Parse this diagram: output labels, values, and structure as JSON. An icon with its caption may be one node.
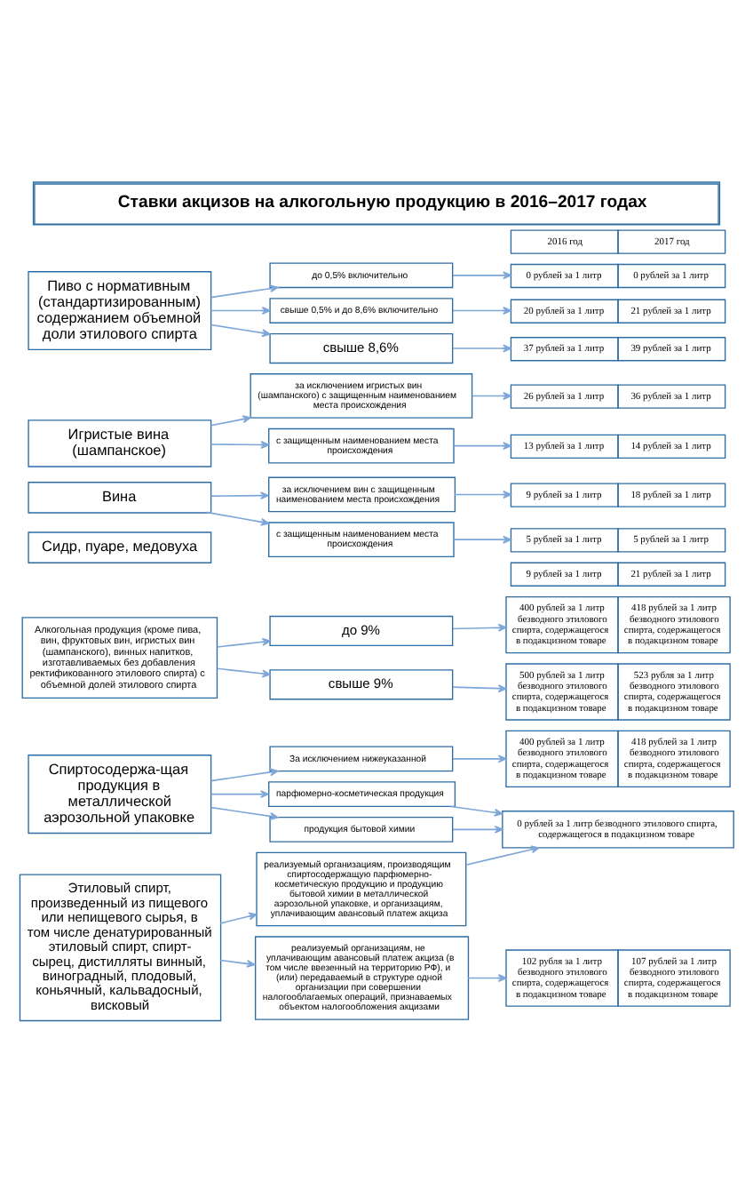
{
  "diagram": {
    "title": "Ставки акцизов на алкогольную продукцию в 2016–2017 годах",
    "nodes": [
      {
        "text": [
          "2016 год",
          "2017 год"
        ]
      },
      {
        "text": [
          "Пиво с нормативным (стандартизированным) содержанием объемной доли этилового спирта"
        ]
      },
      {
        "text": [
          "до 0,5% включительно"
        ]
      },
      {
        "text": [
          "0 рублей за 1 литр",
          "0 рублей за 1 литр"
        ]
      },
      {
        "text": [
          "свыше 0,5% и до 8,6% включительно"
        ]
      },
      {
        "text": [
          "20 рублей за 1 литр",
          "21 рублей за 1 литр"
        ]
      },
      {
        "text": [
          "свыше 8,6%"
        ]
      },
      {
        "text": [
          "37 рублей за 1 литр",
          "39 рублей за 1 литр"
        ]
      },
      {
        "text": [
          "Игристые вина (шампанское)"
        ]
      },
      {
        "text": [
          "за исключением игристых вин (шампанского) с защищенным наименованием места происхождения"
        ]
      },
      {
        "text": [
          "26 рублей за 1 литр",
          "36 рублей за 1 литр"
        ]
      },
      {
        "text": [
          "с защищенным наименованием места происхождения"
        ]
      },
      {
        "text": [
          "13 рублей за 1 литр",
          "14 рублей за 1 литр"
        ]
      },
      {
        "text": [
          "Вина"
        ]
      },
      {
        "text": [
          "за исключением вин с защищенным наименованием места происхождения"
        ]
      },
      {
        "text": [
          "9 рублей за 1 литр",
          "18 рублей за 1 литр"
        ]
      },
      {
        "text": [
          "с защищенным наименованием места происхождения"
        ]
      },
      {
        "text": [
          "5 рублей за 1 литр",
          "5 рублей за 1 литр"
        ]
      },
      {
        "text": [
          "Сидр, пуаре, медовуха"
        ]
      },
      {
        "text": [
          "9 рублей за 1 литр",
          "21 рублей за 1 литр"
        ]
      },
      {
        "text": [
          "Алкогольная продукция (кроме пива, вин, фруктовых вин, игристых вин (шампанского), винных напитков, изготавливаемых без добавления ректификованного этилового спирта) с объемной долей этилового спирта"
        ]
      },
      {
        "text": [
          "до 9%"
        ]
      },
      {
        "text": [
          "400 рублей за 1 литр безводного этилового спирта, содержащегося в подакцизном товаре",
          "418 рублей за 1 литр безводного этилового спирта, содержащегося в подакцизном товаре"
        ]
      },
      {
        "text": [
          "свыше 9%"
        ]
      },
      {
        "text": [
          "500 рублей за 1 литр безводного этилового спирта, содержащегося в подакцизном товаре",
          "523 рубля за 1 литр безводного этилового спирта, содержащегося в подакцизном товаре"
        ]
      },
      {
        "text": [
          "Спиртосодержа-щая продукция в металлической аэрозольной упаковке"
        ]
      },
      {
        "text": [
          "За исключением нижеуказанной"
        ]
      },
      {
        "text": [
          "400 рублей за 1 литр безводного этилового спирта, содержащегося в подакцизном товаре",
          "418 рублей за 1 литр безводного этилового спирта, содержащегося в подакцизном товаре"
        ]
      },
      {
        "text": [
          "парфюмерно-косметическая продукция"
        ]
      },
      {
        "text": [
          "продукция бытовой химии"
        ]
      },
      {
        "text": [
          "0 рублей за 1 литр безводного этилового спирта, содержащегося в подакцизном товаре"
        ]
      },
      {
        "text": [
          "Этиловый спирт, произведенный из пищевого или непищевого сырья, в том числе денатурированный этиловый спирт, спирт-сырец, дистилляты винный, виноградный, плодовый, коньячный, кальвадосный, висковый"
        ]
      },
      {
        "text": [
          "реализуемый организациям, производящим спиртосодержащую парфюмерно-косметическую продукцию и продукцию бытовой химии в металлической аэрозольной упаковке, и организациям, уплачивающим авансовый платеж акциза"
        ]
      },
      {
        "text": [
          "реализуемый организациям, не уплачивающим авансовый платеж акциза (в том числе ввезенный на территорию РФ), и (или) передаваемый в структуре одной организации при совершении налогооблагаемых операций, признаваемых объектом налогообложения акцизами"
        ]
      },
      {
        "text": [
          "102 рубля за 1 литр безводного этилового спирта, содержащегося в подакцизном товаре",
          "107 рублей за 1 литр безводного этилового спирта, содержащегося в подакцизном товаре"
        ]
      }
    ],
    "edges": [
      {
        "from": 1,
        "to": 2,
        "arrow": "to"
      },
      {
        "from": 1,
        "to": 4,
        "arrow": "to"
      },
      {
        "from": 1,
        "to": 6,
        "arrow": "to"
      },
      {
        "from": 2,
        "to": 3,
        "arrow": "to"
      },
      {
        "from": 4,
        "to": 5,
        "arrow": "to"
      },
      {
        "from": 6,
        "to": 7,
        "arrow": "to"
      },
      {
        "from": 8,
        "to": 9,
        "arrow": "to"
      },
      {
        "from": 8,
        "to": 11,
        "arrow": "to"
      },
      {
        "from": 9,
        "to": 10,
        "arrow": "to"
      },
      {
        "from": 11,
        "to": 12,
        "arrow": "to"
      },
      {
        "from": 13,
        "to": 14,
        "arrow": "to"
      },
      {
        "from": 13,
        "to": 16,
        "arrow": "to"
      },
      {
        "from": 14,
        "to": 15,
        "arrow": "to"
      },
      {
        "from": 16,
        "to": 17,
        "arrow": "to"
      },
      {
        "from": 20,
        "to": 21,
        "arrow": "to"
      },
      {
        "from": 20,
        "to": 23,
        "arrow": "to"
      },
      {
        "from": 21,
        "to": 22,
        "arrow": "to"
      },
      {
        "from": 23,
        "to": 24,
        "arrow": "to"
      },
      {
        "from": 25,
        "to": 26,
        "arrow": "to"
      },
      {
        "from": 25,
        "to": 28,
        "arrow": "to"
      },
      {
        "from": 25,
        "to": 29,
        "arrow": "to"
      },
      {
        "from": 26,
        "to": 27,
        "arrow": "to"
      },
      {
        "from": 28,
        "to": 30,
        "arrow": "to"
      },
      {
        "from": 29,
        "to": 30,
        "arrow": "to"
      },
      {
        "from": 31,
        "to": 32,
        "arrow": "to"
      },
      {
        "from": 32,
        "to": 30,
        "arrow": "to"
      },
      {
        "from": 31,
        "to": 33,
        "arrow": "to"
      },
      {
        "from": 33,
        "to": 34,
        "arrow": "to"
      }
    ]
  }
}
